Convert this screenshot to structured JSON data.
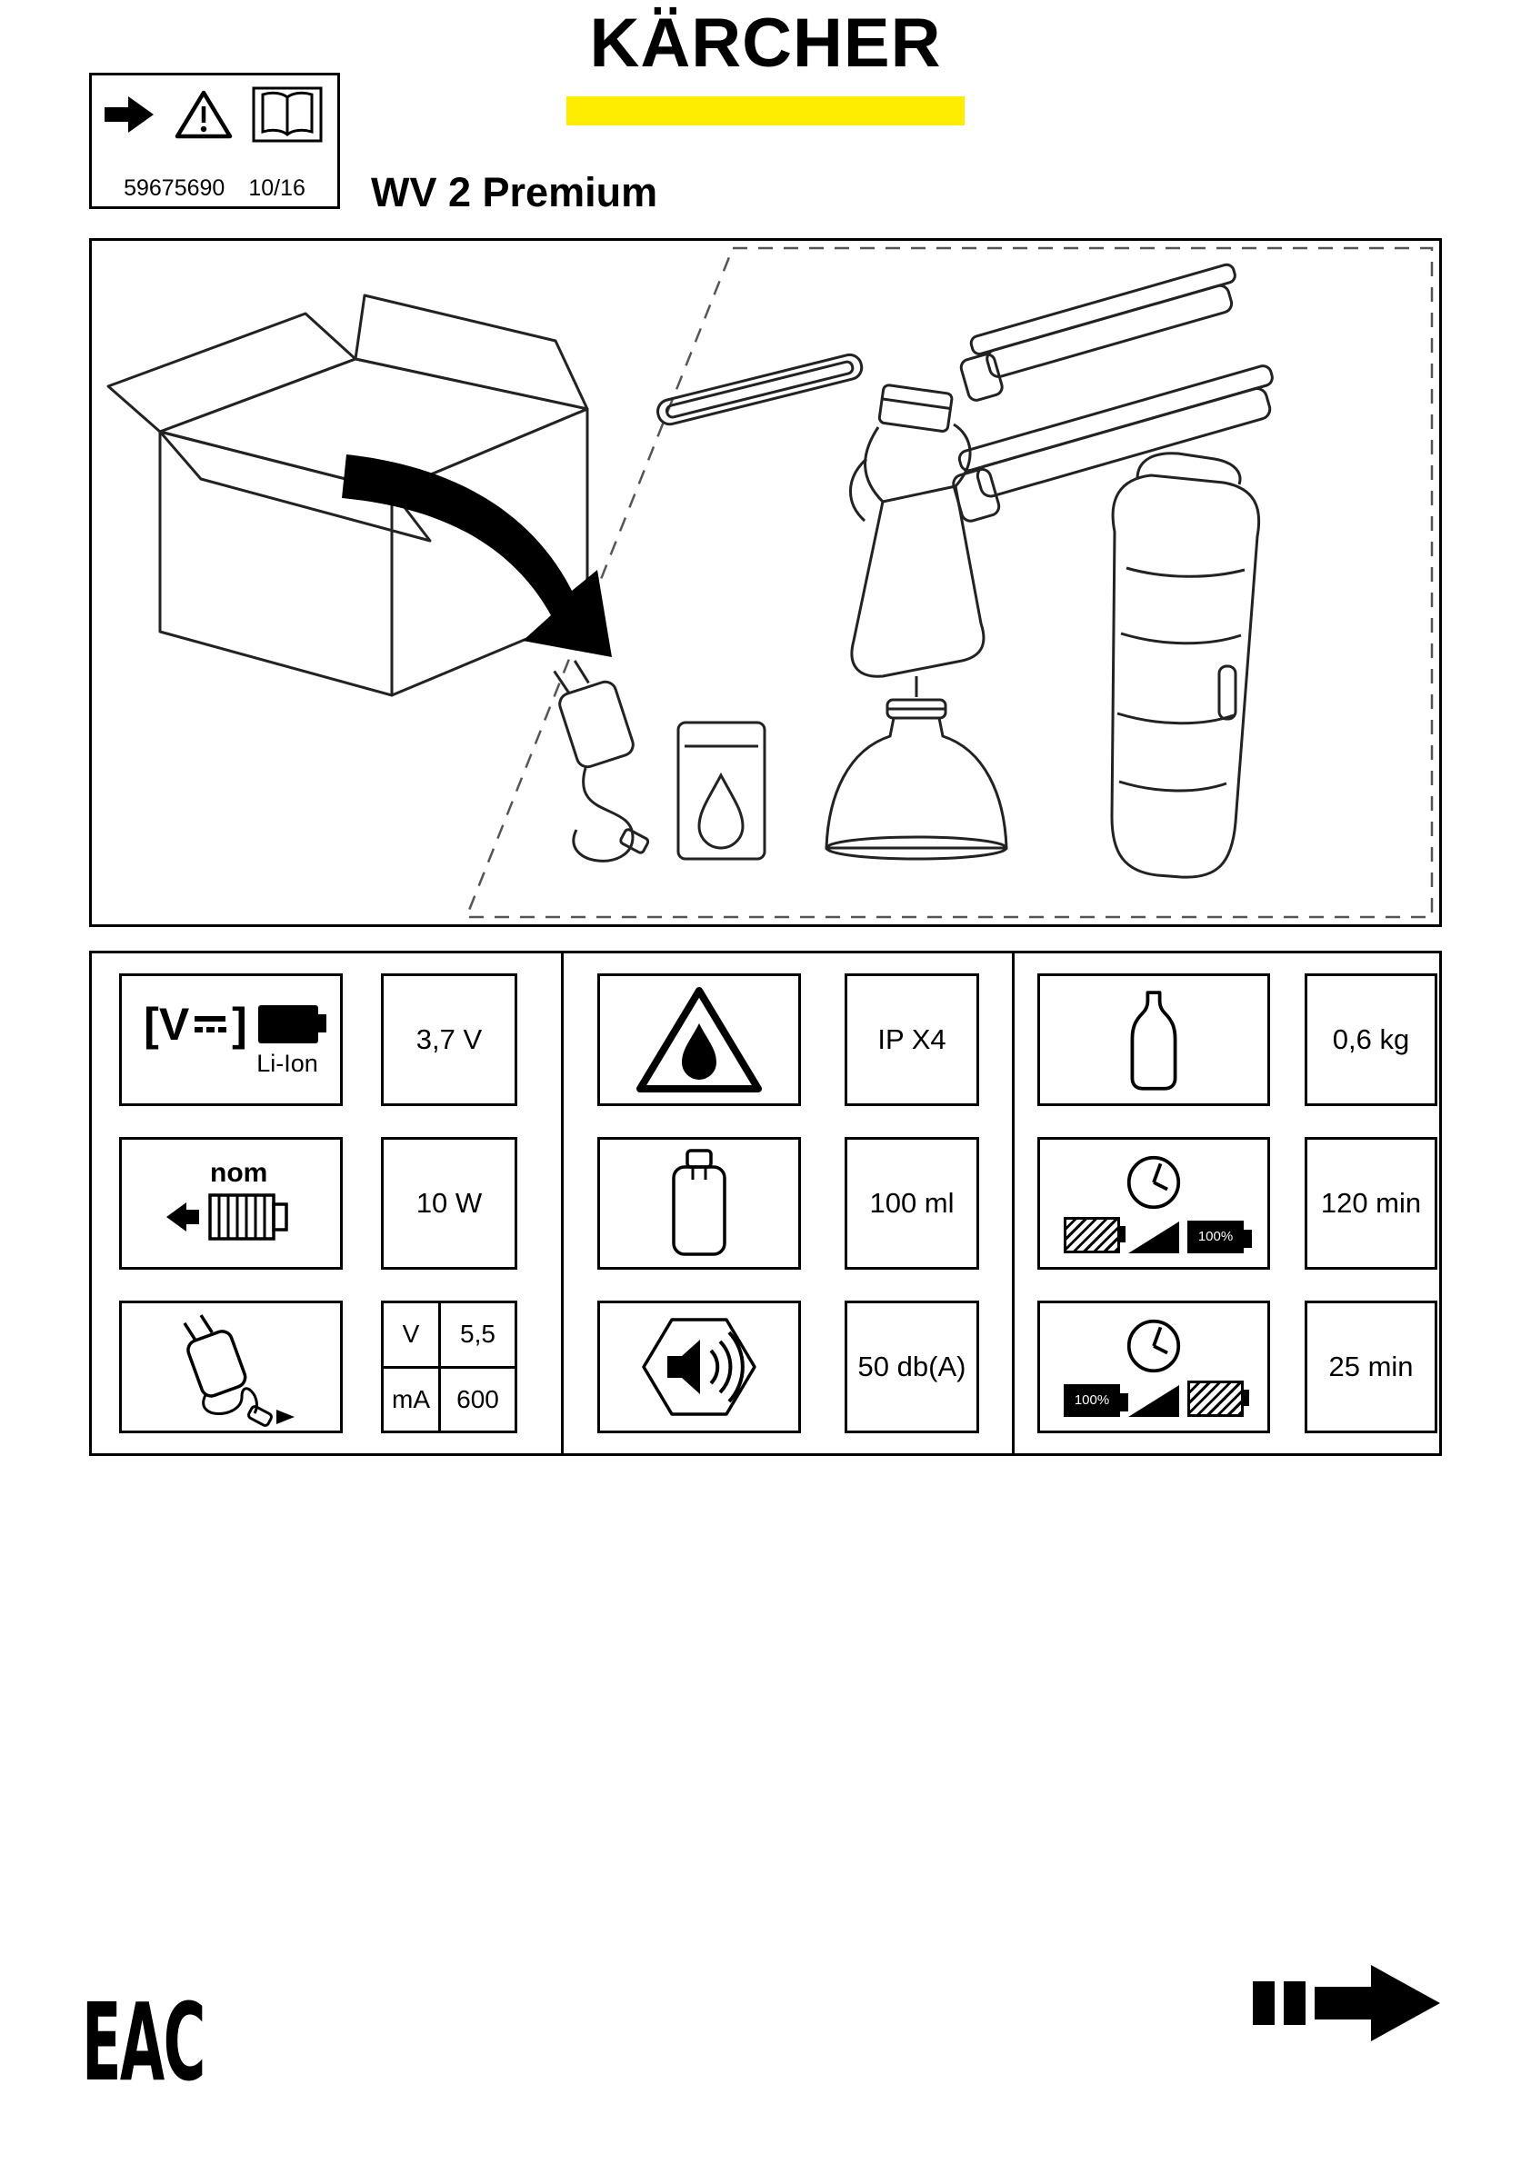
{
  "header": {
    "brand": "KÄRCHER",
    "title": "WV 2 Premium",
    "part_number": "59675690",
    "date_code": "10/16"
  },
  "colors": {
    "brand_yellow": "#ffed00",
    "ink": "#000000"
  },
  "specs": {
    "battery_voltage": {
      "symbol_prefix": "[V",
      "symbol_suffix": "]",
      "battery_type": "Li-Ion",
      "value": "3,7 V"
    },
    "protection_class": {
      "value": "IP X4"
    },
    "weight": {
      "value": "0,6 kg"
    },
    "power": {
      "motor_label": "nom",
      "value": "10 W"
    },
    "tank_volume": {
      "value": "100 ml"
    },
    "runtime": {
      "value": "120 min",
      "battery_full_label": "100%"
    },
    "charger_rating": {
      "rows": [
        {
          "unit": "V",
          "value": "5,5"
        },
        {
          "unit": "mA",
          "value": "600"
        }
      ]
    },
    "sound_level": {
      "value": "50 db(A)"
    },
    "charge_time": {
      "value": "25 min",
      "battery_full_label": "100%"
    }
  },
  "footer": {
    "eac_mark": "EAC"
  }
}
